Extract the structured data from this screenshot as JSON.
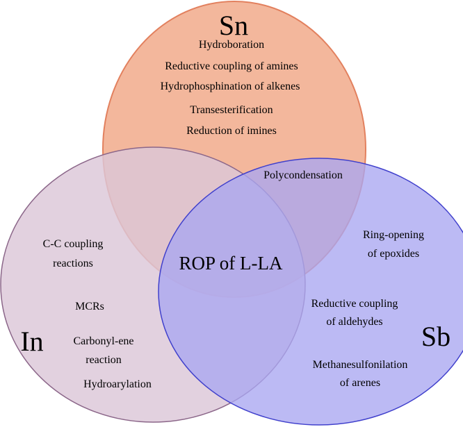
{
  "sets": [
    {
      "key": "sn",
      "label": "Sn",
      "fill": "#f3b79c",
      "stroke": "#e2805e",
      "items": [
        "Hydroboration",
        "Reductive coupling of amines",
        "Hydrophosphination of alkenes",
        "Transesterification",
        "Reduction of imines"
      ]
    },
    {
      "key": "in",
      "label": "In",
      "fill": "#dcc7d8",
      "stroke": "#8b6689",
      "items": [
        "C-C coupling",
        "reactions",
        "MCRs",
        "Carbonyl-ene",
        "reaction",
        "Hydroarylation"
      ]
    },
    {
      "key": "sb",
      "label": "Sb",
      "fill": "#a9a6f1",
      "stroke": "#4040cc",
      "items": [
        "Ring-opening",
        "of epoxides",
        "Reductive coupling",
        "of aldehydes",
        "Methanesulfonilation",
        "of arenes"
      ]
    }
  ],
  "intersections": {
    "sn_sb": "Polycondensation",
    "all": "ROP of L-LA"
  }
}
